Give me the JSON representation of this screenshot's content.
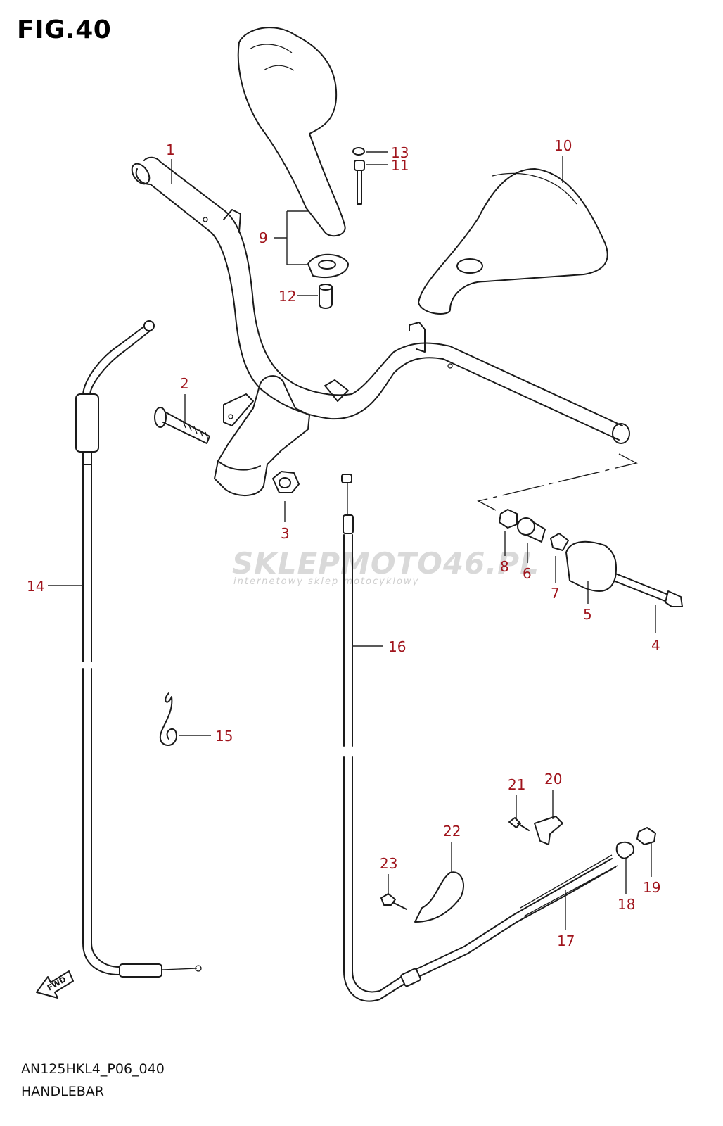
{
  "figure": {
    "title": "FIG.40",
    "code": "AN125HKL4_P06_040",
    "name": "HANDLEBAR"
  },
  "callouts": [
    "1",
    "2",
    "3",
    "4",
    "5",
    "6",
    "7",
    "8",
    "9",
    "10",
    "11",
    "12",
    "13",
    "14",
    "15",
    "16",
    "17",
    "18",
    "19",
    "20",
    "21",
    "22",
    "23"
  ],
  "watermark": {
    "main": "SKLEPMOTO46.PL",
    "sub": "internetowy sklep motocyklowy"
  },
  "fwd_label": "FWD",
  "colors": {
    "callout": "#a0141c",
    "line": "#1a1a1a",
    "watermark": "#d9d9d9"
  }
}
